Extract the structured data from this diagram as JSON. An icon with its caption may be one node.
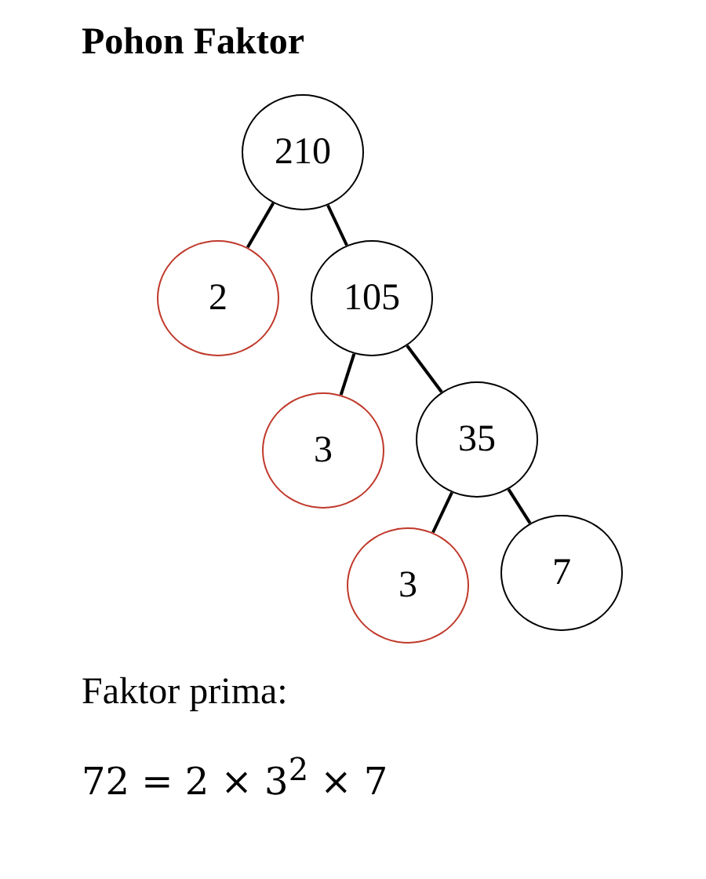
{
  "diagram": {
    "title": "Pohon Faktor",
    "nodes": [
      {
        "text": [
          "210"
        ]
      },
      {
        "text": [
          "2"
        ]
      },
      {
        "text": [
          "105"
        ]
      },
      {
        "text": [
          "3"
        ]
      },
      {
        "text": [
          "35"
        ]
      },
      {
        "text": [
          "3"
        ]
      },
      {
        "text": [
          "7"
        ]
      }
    ],
    "edges": [
      {
        "from": 0,
        "to": 1,
        "arrow": "none"
      },
      {
        "from": 0,
        "to": 2,
        "arrow": "none"
      },
      {
        "from": 2,
        "to": 3,
        "arrow": "none"
      },
      {
        "from": 2,
        "to": 4,
        "arrow": "none"
      },
      {
        "from": 4,
        "to": 5,
        "arrow": "none"
      },
      {
        "from": 4,
        "to": 6,
        "arrow": "none"
      }
    ],
    "labels": [
      "Faktor prima:",
      "72 = 2 × 3$^{2}$ × 7"
    ]
  }
}
